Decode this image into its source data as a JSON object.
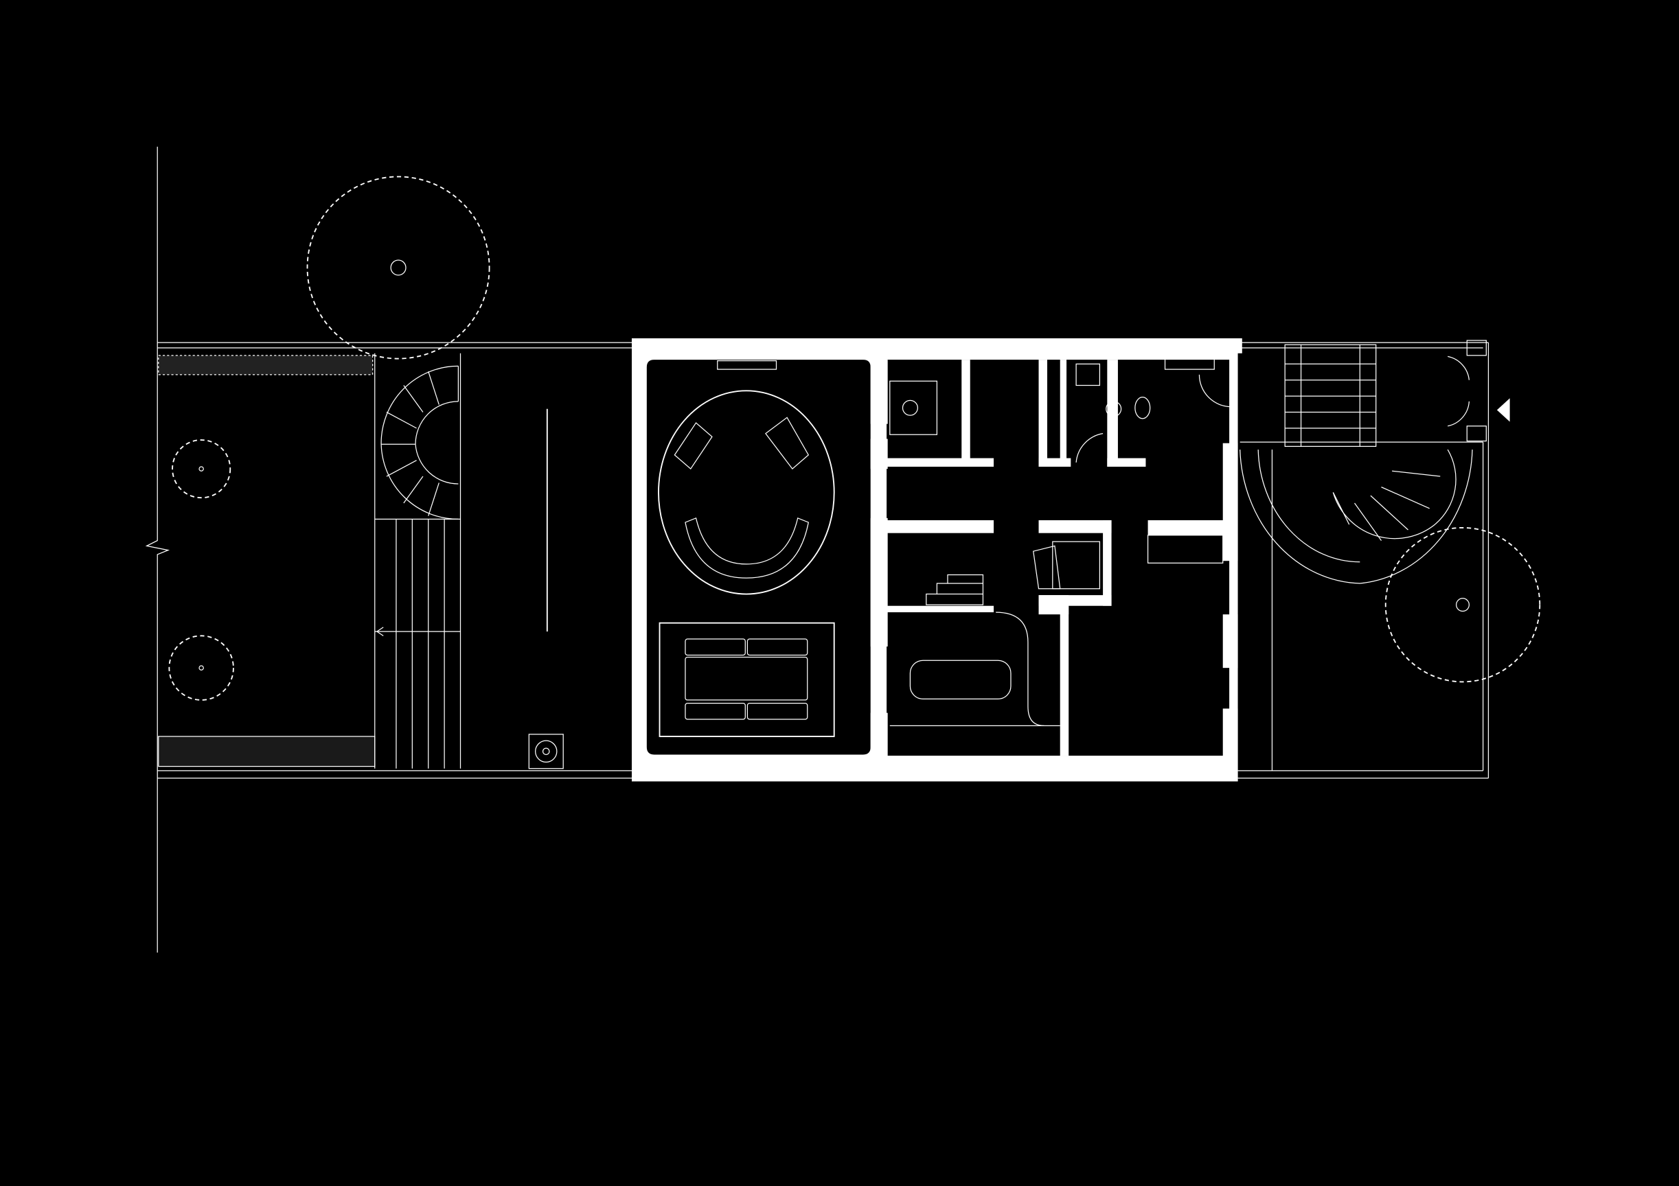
{
  "drawing": {
    "type": "floor-plan",
    "colors": {
      "background": "#000000",
      "linework": "#ffffff",
      "walls": "#ffffff"
    },
    "elements": [
      "garden-left",
      "spiral-stair-left",
      "straight-stair-left",
      "living-room",
      "oval-table",
      "sofa",
      "bathrooms",
      "kitchen",
      "hall",
      "spiral-stair-right",
      "entrance-door",
      "trees"
    ]
  }
}
